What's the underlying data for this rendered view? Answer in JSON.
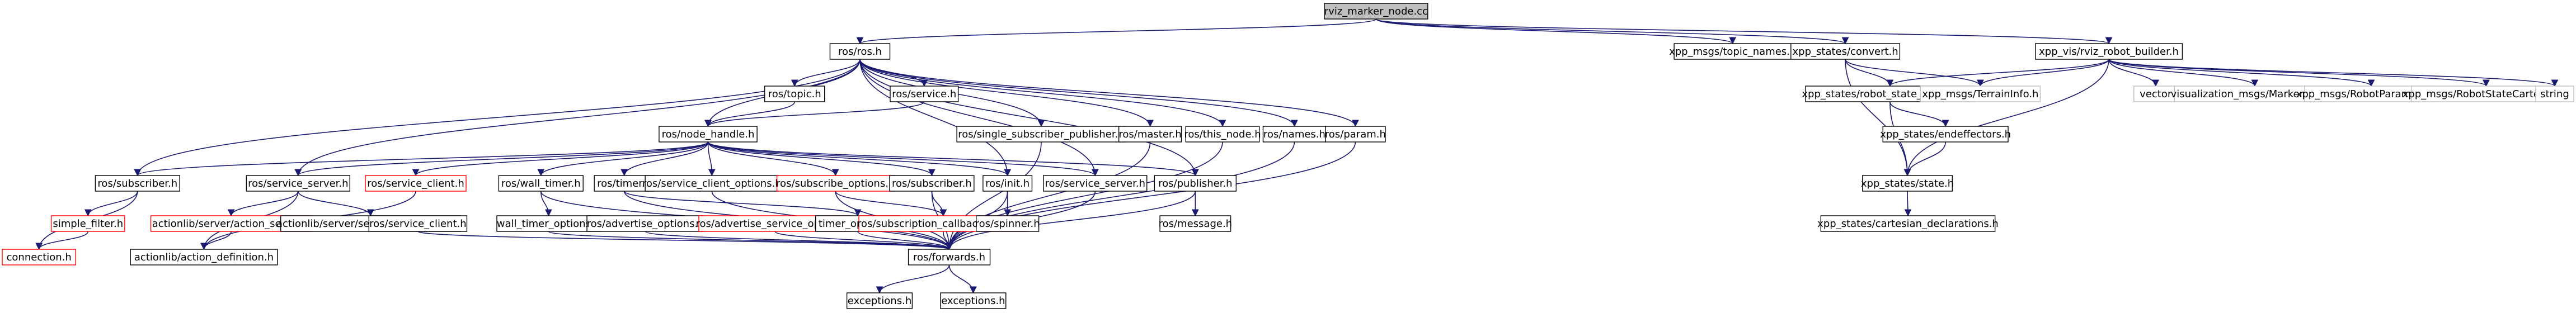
{
  "graph": {
    "colors": {
      "edge": "#191970",
      "node_fill": "#ffffff",
      "node_stroke_normal": "#000000",
      "node_stroke_missing": "#bfbfbf",
      "node_stroke_truncated": "#ff0000",
      "root_fill": "#bfbfbf"
    },
    "nodes": [
      {
        "id": "root",
        "label": "rviz_marker_node.cc",
        "kind": "root"
      },
      {
        "id": "ros_ros",
        "label": "ros/ros.h",
        "kind": "normal"
      },
      {
        "id": "xpp_topic_names",
        "label": "xpp_msgs/topic_names.h",
        "kind": "normal"
      },
      {
        "id": "xpp_convert",
        "label": "xpp_states/convert.h",
        "kind": "normal"
      },
      {
        "id": "xpp_vis_builder",
        "label": "xpp_vis/rviz_robot_builder.h",
        "kind": "normal"
      },
      {
        "id": "ros_topic",
        "label": "ros/topic.h",
        "kind": "normal"
      },
      {
        "id": "ros_service",
        "label": "ros/service.h",
        "kind": "normal"
      },
      {
        "id": "xpp_robot_state_cartesian",
        "label": "xpp_states/robot_state_cartesian.h",
        "kind": "normal"
      },
      {
        "id": "xpp_terrain_info",
        "label": "xpp_msgs/TerrainInfo.h",
        "kind": "missing"
      },
      {
        "id": "vector",
        "label": "vector",
        "kind": "missing"
      },
      {
        "id": "vis_marker_array",
        "label": "visualization_msgs/MarkerArray.h",
        "kind": "missing"
      },
      {
        "id": "xpp_robot_parameters",
        "label": "xpp_msgs/RobotParameters.h",
        "kind": "missing"
      },
      {
        "id": "xpp_robot_state_cartesian_msg",
        "label": "xpp_msgs/RobotStateCartesian.h",
        "kind": "missing"
      },
      {
        "id": "string",
        "label": "string",
        "kind": "missing"
      },
      {
        "id": "ros_node_handle",
        "label": "ros/node_handle.h",
        "kind": "normal"
      },
      {
        "id": "ros_single_subscriber_publisher",
        "label": "ros/single_subscriber_publisher.h",
        "kind": "normal"
      },
      {
        "id": "ros_master",
        "label": "ros/master.h",
        "kind": "normal"
      },
      {
        "id": "ros_this_node",
        "label": "ros/this_node.h",
        "kind": "normal"
      },
      {
        "id": "ros_names",
        "label": "ros/names.h",
        "kind": "normal"
      },
      {
        "id": "ros_param",
        "label": "ros/param.h",
        "kind": "normal"
      },
      {
        "id": "xpp_endeffectors",
        "label": "xpp_states/endeffectors.h",
        "kind": "normal"
      },
      {
        "id": "ros_subscriber",
        "label": "ros/subscriber.h",
        "kind": "normal"
      },
      {
        "id": "ros_service_server_top",
        "label": "ros/service_server.h",
        "kind": "normal"
      },
      {
        "id": "ros_service_client",
        "label": "ros/service_client.h",
        "kind": "truncated"
      },
      {
        "id": "ros_wall_timer",
        "label": "ros/wall_timer.h",
        "kind": "normal"
      },
      {
        "id": "ros_timer",
        "label": "ros/timer.h",
        "kind": "normal"
      },
      {
        "id": "ros_service_client_options",
        "label": "ros/service_client_options.h",
        "kind": "normal"
      },
      {
        "id": "ros_subscribe_options",
        "label": "ros/subscribe_options.h",
        "kind": "truncated"
      },
      {
        "id": "ros_subscriber2",
        "label": "ros/subscriber.h",
        "kind": "normal"
      },
      {
        "id": "ros_init",
        "label": "ros/init.h",
        "kind": "normal"
      },
      {
        "id": "ros_service_server_mid",
        "label": "ros/service_server.h",
        "kind": "normal"
      },
      {
        "id": "ros_publisher",
        "label": "ros/publisher.h",
        "kind": "normal"
      },
      {
        "id": "xpp_state",
        "label": "xpp_states/state.h",
        "kind": "normal"
      },
      {
        "id": "simple_filter",
        "label": "simple_filter.h",
        "kind": "truncated"
      },
      {
        "id": "actionlib_action_server",
        "label": "actionlib/server/action_server.h",
        "kind": "truncated"
      },
      {
        "id": "actionlib_service_server_imp",
        "label": "actionlib/server/service_server_imp.h",
        "kind": "normal"
      },
      {
        "id": "ros_service_client2",
        "label": "ros/service_client.h",
        "kind": "normal"
      },
      {
        "id": "ros_wall_timer_options",
        "label": "wall_timer_options.h",
        "kind": "normal"
      },
      {
        "id": "ros_advertise_options",
        "label": "ros/advertise_options.h",
        "kind": "normal"
      },
      {
        "id": "ros_advertise_service_options",
        "label": "ros/advertise_service_options.h",
        "kind": "truncated"
      },
      {
        "id": "ros_timer_options",
        "label": "timer_options.h",
        "kind": "normal"
      },
      {
        "id": "ros_subscription_callback_helper",
        "label": "ros/subscription_callback_helper.h",
        "kind": "truncated"
      },
      {
        "id": "ros_spinner",
        "label": "ros/spinner.h",
        "kind": "normal"
      },
      {
        "id": "ros_message",
        "label": "ros/message.h",
        "kind": "normal"
      },
      {
        "id": "xpp_cartesian_declarations",
        "label": "xpp_states/cartesian_declarations.h",
        "kind": "normal"
      },
      {
        "id": "connection",
        "label": "connection.h",
        "kind": "truncated"
      },
      {
        "id": "actionlib_action_definition",
        "label": "actionlib/action_definition.h",
        "kind": "normal"
      },
      {
        "id": "ros_forwards",
        "label": "ros/forwards.h",
        "kind": "normal"
      },
      {
        "id": "exceptions1",
        "label": "exceptions.h",
        "kind": "normal"
      },
      {
        "id": "exceptions2",
        "label": "exceptions.h",
        "kind": "normal"
      }
    ],
    "edges": [
      [
        "root",
        "ros_ros"
      ],
      [
        "root",
        "xpp_topic_names"
      ],
      [
        "root",
        "xpp_convert"
      ],
      [
        "root",
        "xpp_vis_builder"
      ],
      [
        "ros_ros",
        "ros_topic"
      ],
      [
        "ros_ros",
        "ros_service"
      ],
      [
        "ros_ros",
        "ros_node_handle"
      ],
      [
        "ros_ros",
        "ros_single_subscriber_publisher"
      ],
      [
        "ros_ros",
        "ros_master"
      ],
      [
        "ros_ros",
        "ros_this_node"
      ],
      [
        "ros_ros",
        "ros_names"
      ],
      [
        "ros_ros",
        "ros_param"
      ],
      [
        "ros_ros",
        "ros_subscriber"
      ],
      [
        "ros_ros",
        "ros_service_server_top"
      ],
      [
        "ros_ros",
        "ros_init"
      ],
      [
        "ros_ros",
        "ros_service_server_mid"
      ],
      [
        "ros_ros",
        "ros_publisher"
      ],
      [
        "xpp_convert",
        "xpp_robot_state_cartesian"
      ],
      [
        "xpp_convert",
        "xpp_terrain_info"
      ],
      [
        "xpp_convert",
        "xpp_state"
      ],
      [
        "xpp_vis_builder",
        "xpp_robot_state_cartesian"
      ],
      [
        "xpp_vis_builder",
        "xpp_terrain_info"
      ],
      [
        "xpp_vis_builder",
        "vector"
      ],
      [
        "xpp_vis_builder",
        "vis_marker_array"
      ],
      [
        "xpp_vis_builder",
        "xpp_robot_parameters"
      ],
      [
        "xpp_vis_builder",
        "xpp_robot_state_cartesian_msg"
      ],
      [
        "xpp_vis_builder",
        "string"
      ],
      [
        "xpp_vis_builder",
        "xpp_state"
      ],
      [
        "ros_topic",
        "ros_node_handle"
      ],
      [
        "ros_service",
        "ros_node_handle"
      ],
      [
        "xpp_robot_state_cartesian",
        "xpp_endeffectors"
      ],
      [
        "xpp_robot_state_cartesian",
        "xpp_state"
      ],
      [
        "ros_node_handle",
        "ros_subscriber"
      ],
      [
        "ros_node_handle",
        "ros_service_server_top"
      ],
      [
        "ros_node_handle",
        "ros_service_client"
      ],
      [
        "ros_node_handle",
        "ros_wall_timer"
      ],
      [
        "ros_node_handle",
        "ros_timer"
      ],
      [
        "ros_node_handle",
        "ros_service_client_options"
      ],
      [
        "ros_node_handle",
        "ros_subscribe_options"
      ],
      [
        "ros_node_handle",
        "ros_subscriber2"
      ],
      [
        "ros_node_handle",
        "ros_init"
      ],
      [
        "ros_node_handle",
        "ros_service_server_mid"
      ],
      [
        "ros_node_handle",
        "ros_publisher"
      ],
      [
        "xpp_endeffectors",
        "xpp_state"
      ],
      [
        "ros_subscriber",
        "simple_filter"
      ],
      [
        "ros_subscriber",
        "connection"
      ],
      [
        "ros_service_server_top",
        "actionlib_action_server"
      ],
      [
        "ros_service_server_top",
        "actionlib_service_server_imp"
      ],
      [
        "ros_service_server_top",
        "actionlib_action_definition"
      ],
      [
        "ros_service_client",
        "actionlib_action_definition"
      ],
      [
        "ros_wall_timer",
        "ros_wall_timer_options"
      ],
      [
        "ros_wall_timer",
        "ros_forwards"
      ],
      [
        "ros_timer",
        "ros_timer_options"
      ],
      [
        "ros_timer",
        "ros_forwards"
      ],
      [
        "ros_service_client_options",
        "ros_forwards"
      ],
      [
        "ros_subscribe_options",
        "ros_subscription_callback_helper"
      ],
      [
        "ros_subscribe_options",
        "ros_forwards"
      ],
      [
        "ros_subscriber2",
        "ros_subscription_callback_helper"
      ],
      [
        "ros_subscriber2",
        "ros_forwards"
      ],
      [
        "ros_init",
        "ros_spinner"
      ],
      [
        "ros_init",
        "ros_forwards"
      ],
      [
        "ros_service_server_mid",
        "ros_forwards"
      ],
      [
        "ros_publisher",
        "ros_message"
      ],
      [
        "ros_publisher",
        "ros_forwards"
      ],
      [
        "ros_single_subscriber_publisher",
        "ros_forwards"
      ],
      [
        "ros_master",
        "ros_forwards"
      ],
      [
        "ros_this_node",
        "ros_forwards"
      ],
      [
        "ros_names",
        "ros_forwards"
      ],
      [
        "ros_param",
        "ros_forwards"
      ],
      [
        "xpp_state",
        "xpp_cartesian_declarations"
      ],
      [
        "simple_filter",
        "connection"
      ],
      [
        "actionlib_action_server",
        "actionlib_action_definition"
      ],
      [
        "ros_service_client2",
        "ros_forwards"
      ],
      [
        "ros_wall_timer_options",
        "ros_forwards"
      ],
      [
        "ros_advertise_options",
        "ros_forwards"
      ],
      [
        "ros_advertise_service_options",
        "ros_forwards"
      ],
      [
        "ros_timer_options",
        "ros_forwards"
      ],
      [
        "ros_subscription_callback_helper",
        "ros_forwards"
      ],
      [
        "ros_forwards",
        "exceptions1"
      ],
      [
        "ros_forwards",
        "exceptions2"
      ]
    ]
  }
}
